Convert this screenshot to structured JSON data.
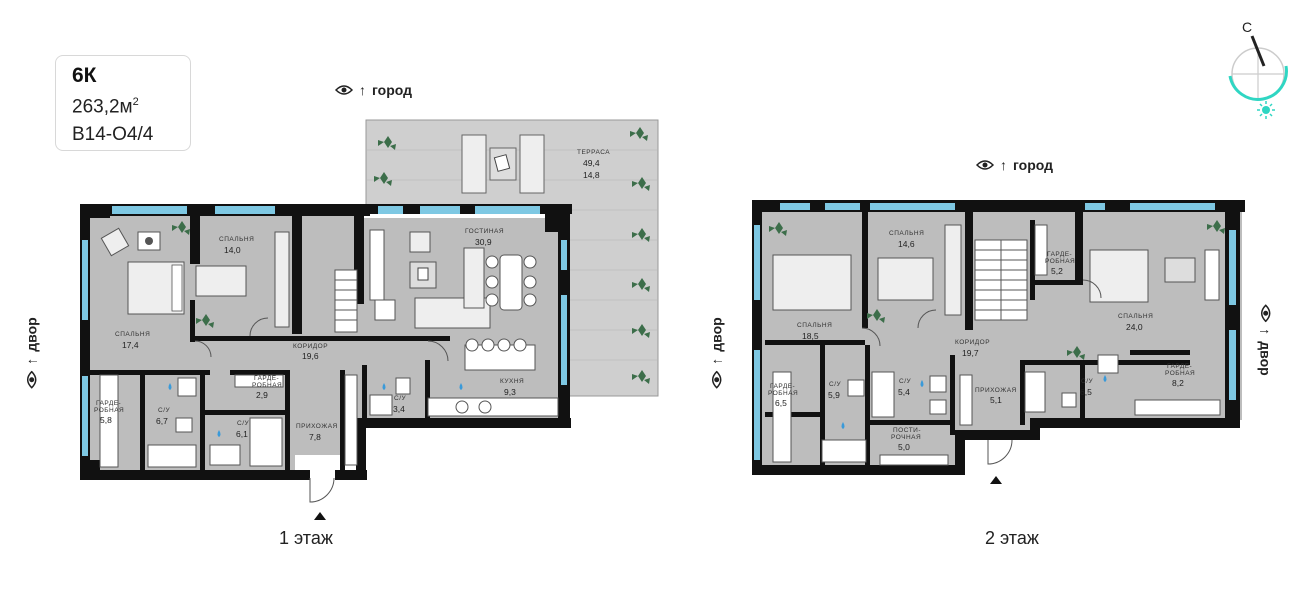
{
  "info": {
    "type": "6К",
    "area": "263,2м",
    "area_sup": "2",
    "code": "В14-О4/4"
  },
  "views": {
    "top1": "город",
    "top2": "город",
    "side_left1": "двор",
    "side_left2": "двор",
    "side_right2": "двор"
  },
  "compass": {
    "north": "С"
  },
  "floors": {
    "floor1": "1 этаж",
    "floor2": "2 этаж"
  },
  "rooms1": {
    "terrace_label": "ТЕРРАСА",
    "terrace_area": "49,4",
    "terrace_area2": "14,8",
    "bedroom_a_label": "СПАЛЬНЯ",
    "bedroom_a_area": "14,0",
    "living_label": "ГОСТИНАЯ",
    "living_area": "30,9",
    "bedroom_b_label": "СПАЛЬНЯ",
    "bedroom_b_area": "17,4",
    "corridor_label": "КОРИДОР",
    "corridor_area": "19,6",
    "kitchen_label": "КУХНЯ",
    "kitchen_area": "9,3",
    "wardrobe_a_label1": "ГАРДЕ-",
    "wardrobe_a_label2": "РОБНАЯ",
    "wardrobe_a_area": "5,8",
    "bath_a_label": "С/У",
    "bath_a_area": "6,7",
    "wardrobe_b_label1": "ГАРДЕ-",
    "wardrobe_b_label2": "РОБНАЯ",
    "wardrobe_b_area": "2,9",
    "bath_b_label": "С/У",
    "bath_b_area": "6,1",
    "bath_c_label": "С/У",
    "bath_c_area": "3,4",
    "hall_label": "ПРИХОЖАЯ",
    "hall_area": "7,8"
  },
  "rooms2": {
    "bedroom_a_label": "СПАЛЬНЯ",
    "bedroom_a_area": "18,5",
    "bedroom_b_label": "СПАЛЬНЯ",
    "bedroom_b_area": "14,6",
    "wardrobe_a_label1": "ГАРДЕ-",
    "wardrobe_a_label2": "РОБНАЯ",
    "wardrobe_a_area": "5,2",
    "bedroom_c_label": "СПАЛЬНЯ",
    "bedroom_c_area": "24,0",
    "corridor_label": "КОРИДОР",
    "corridor_area": "19,7",
    "wardrobe_b_label1": "ГАРДЕ-",
    "wardrobe_b_label2": "РОБНАЯ",
    "wardrobe_b_area": "6,5",
    "bath_a_label": "С/У",
    "bath_a_area": "5,9",
    "bath_b_label": "С/У",
    "bath_b_area": "5,4",
    "hall_label": "ПРИХОЖАЯ",
    "hall_area": "5,1",
    "bath_c_label": "С/У",
    "bath_c_area": "6,5",
    "wardrobe_c_label1": "ГАРДЕ-",
    "wardrobe_c_label2": "РОБНАЯ",
    "wardrobe_c_area": "8,2",
    "linen_label1": "ПОСТИ-",
    "linen_label2": "РОЧНАЯ",
    "linen_area": "5,0"
  },
  "colors": {
    "wall": "#111111",
    "floor": "#bdbdbd",
    "window": "#7ec8e3",
    "plant": "#3c6e4a",
    "accent": "#2fd6c3"
  }
}
